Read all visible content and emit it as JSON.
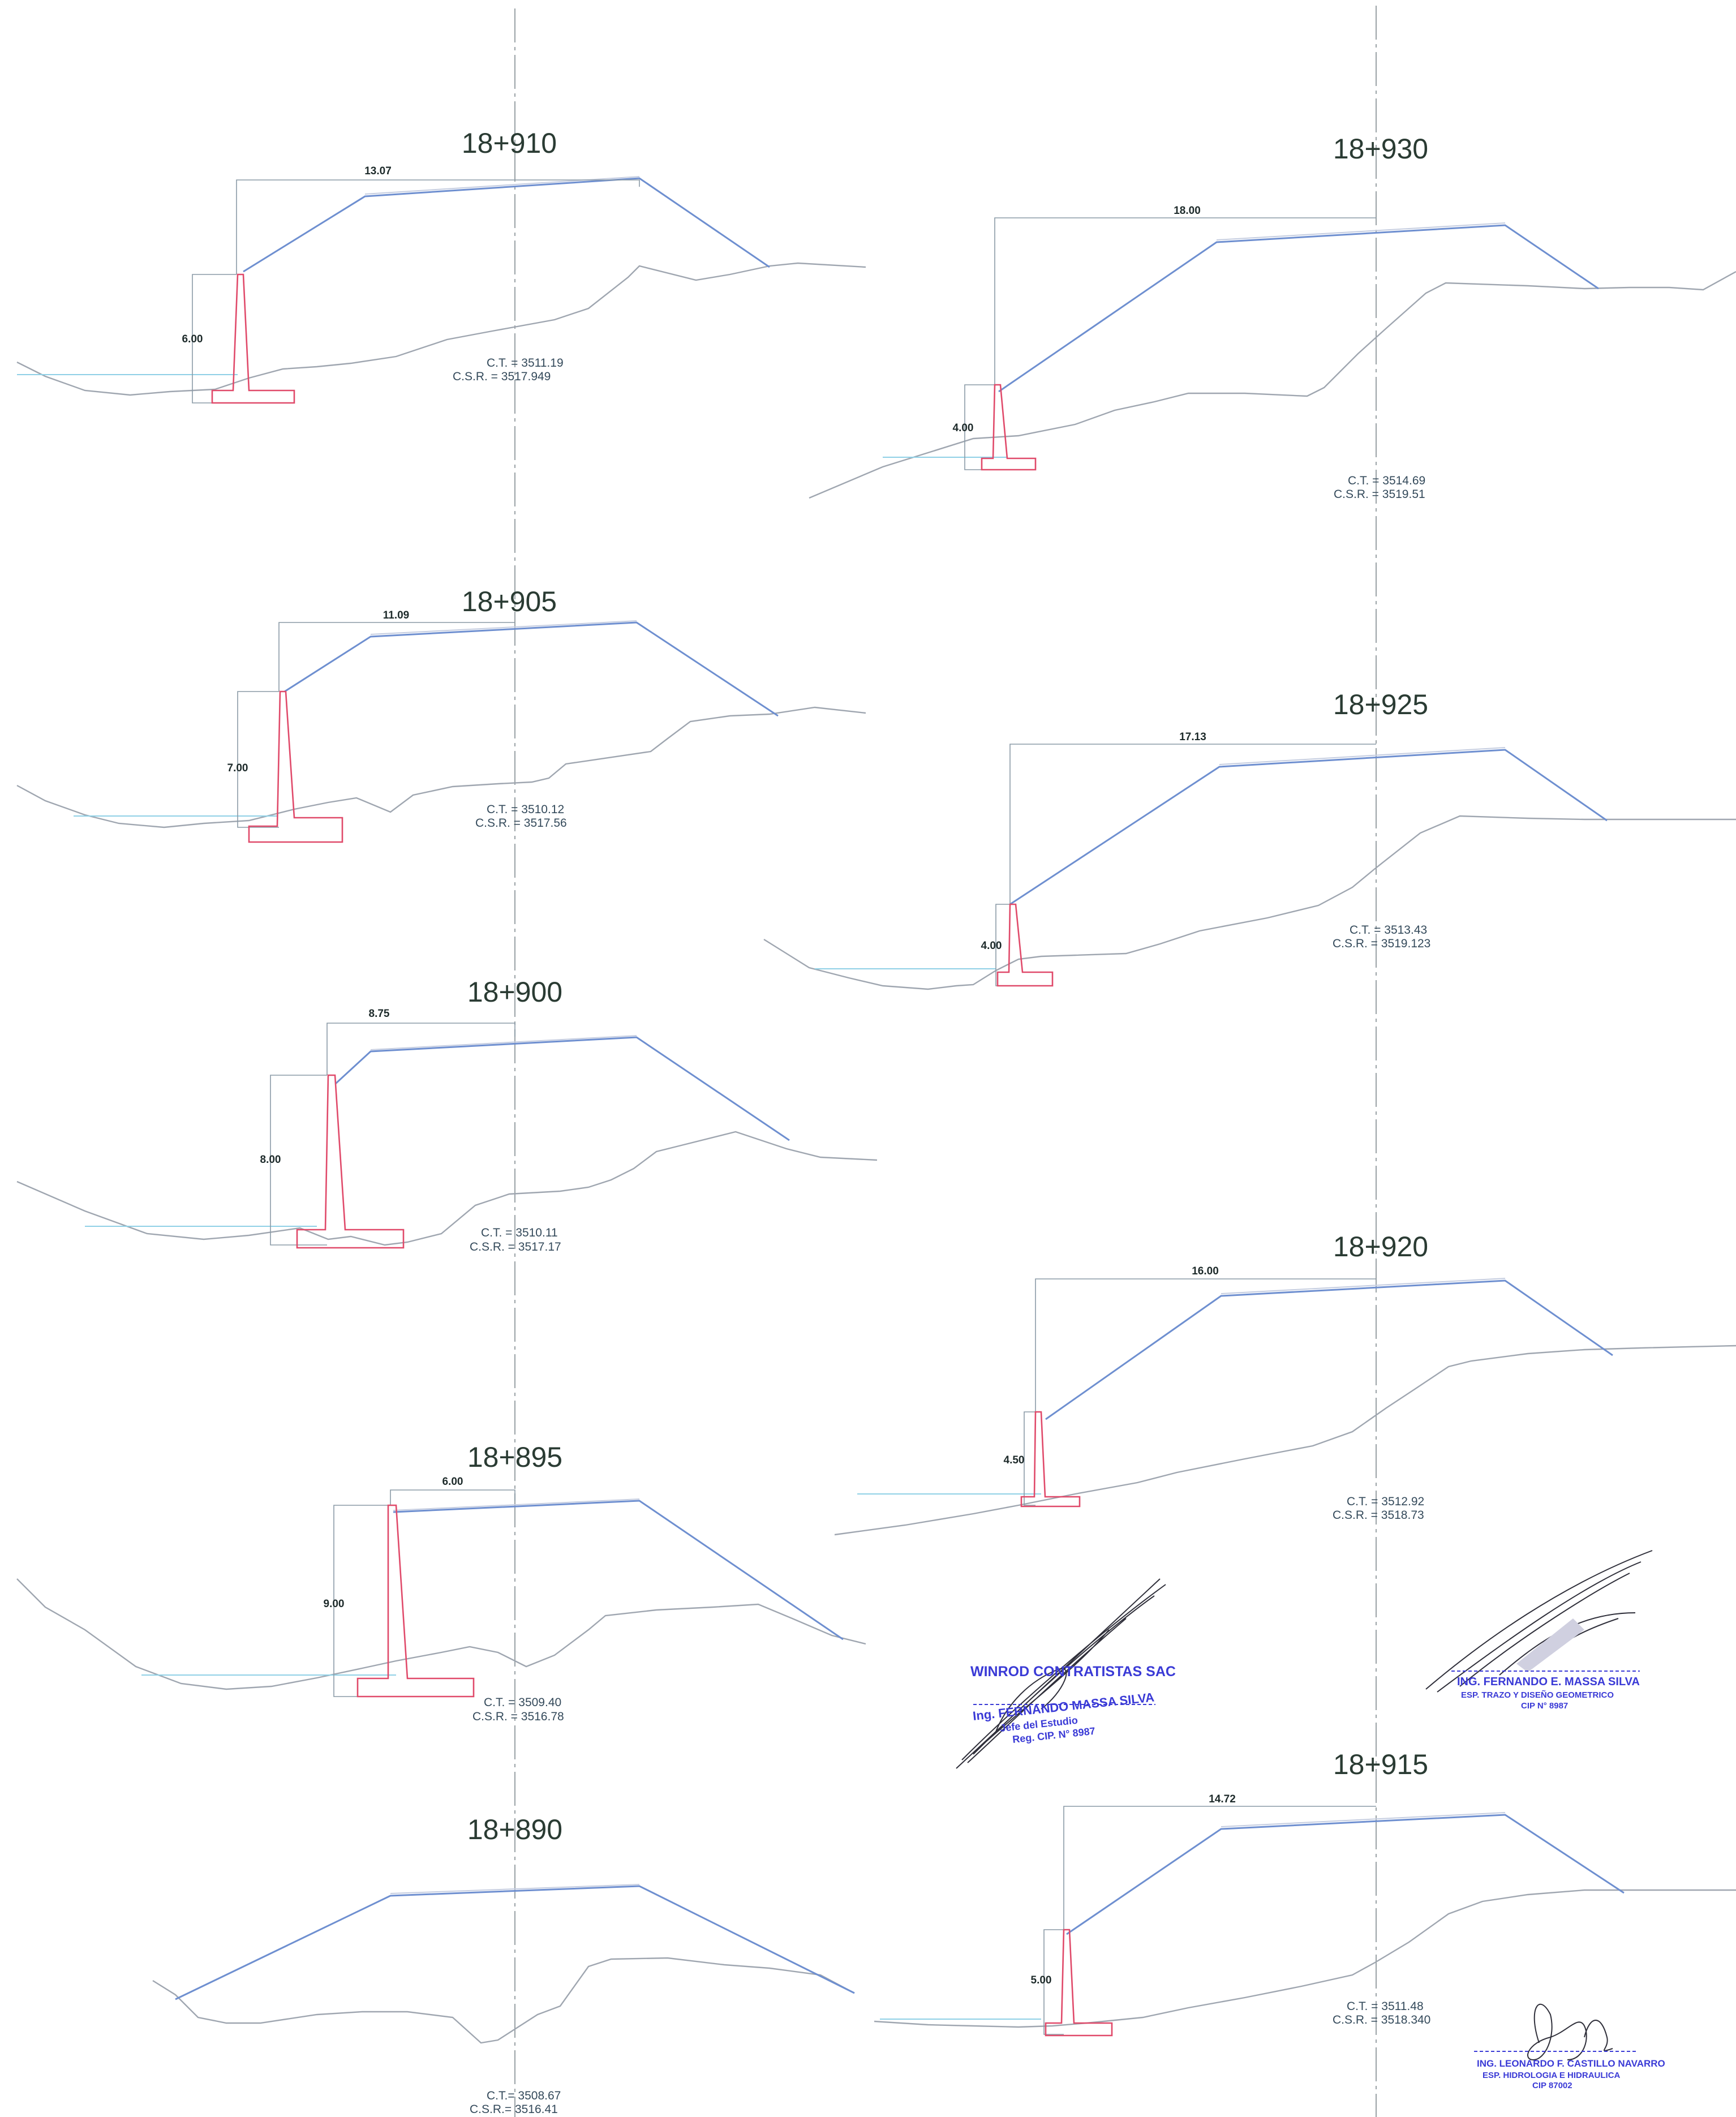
{
  "sections": [
    {
      "station": "18+910",
      "width_label": "13.07",
      "height_label": "6.00",
      "ct": "C.T. = 3511.19",
      "csr": "C.S.R. = 3517.949"
    },
    {
      "station": "18+905",
      "width_label": "11.09",
      "height_label": "7.00",
      "ct": "C.T. = 3510.12",
      "csr": "C.S.R. = 3517.56"
    },
    {
      "station": "18+900",
      "width_label": "8.75",
      "height_label": "8.00",
      "ct": "C.T. = 3510.11",
      "csr": "C.S.R. = 3517.17"
    },
    {
      "station": "18+895",
      "width_label": "6.00",
      "height_label": "9.00",
      "ct": "C.T. = 3509.40",
      "csr": "C.S.R. = 3516.78"
    },
    {
      "station": "18+890",
      "ct": "C.T.= 3508.67",
      "csr": "C.S.R.= 3516.41"
    },
    {
      "station": "18+930",
      "width_label": "18.00",
      "height_label": "4.00",
      "ct": "C.T. = 3514.69",
      "csr": "C.S.R. = 3519.51"
    },
    {
      "station": "18+925",
      "width_label": "17.13",
      "height_label": "4.00",
      "ct": "C.T. = 3513.43",
      "csr": "C.S.R. = 3519.123"
    },
    {
      "station": "18+920",
      "width_label": "16.00",
      "height_label": "4.50",
      "ct": "C.T. = 3512.92",
      "csr": "C.S.R. = 3518.73"
    },
    {
      "station": "18+915",
      "width_label": "14.72",
      "height_label": "5.00",
      "ct": "C.T. = 3511.48",
      "csr": "C.S.R. = 3518.340"
    }
  ],
  "stamps": {
    "contractor": {
      "company": "WINROD CONTRATISTAS SAC",
      "name": "Ing. FERNANDO MASSA SILVA",
      "role": "Jefe del Estudio",
      "reg": "Reg. CIP. N° 8987"
    },
    "geometric": {
      "name": "ING. FERNANDO E. MASSA SILVA",
      "role": "ESP. TRAZO Y DISEÑO GEOMETRICO",
      "reg": "CIP N° 8987"
    },
    "hydrology": {
      "name": "ING. LEONARDO F. CASTILLO NAVARRO",
      "role": "ESP. HIDROLOGIA E HIDRAULICA",
      "reg": "CIP 87002"
    }
  },
  "colors": {
    "road": "#6e8fd0",
    "ground": "#9fa6b0",
    "wall": "#e04a6a",
    "stamp": "#3a3ad6"
  }
}
